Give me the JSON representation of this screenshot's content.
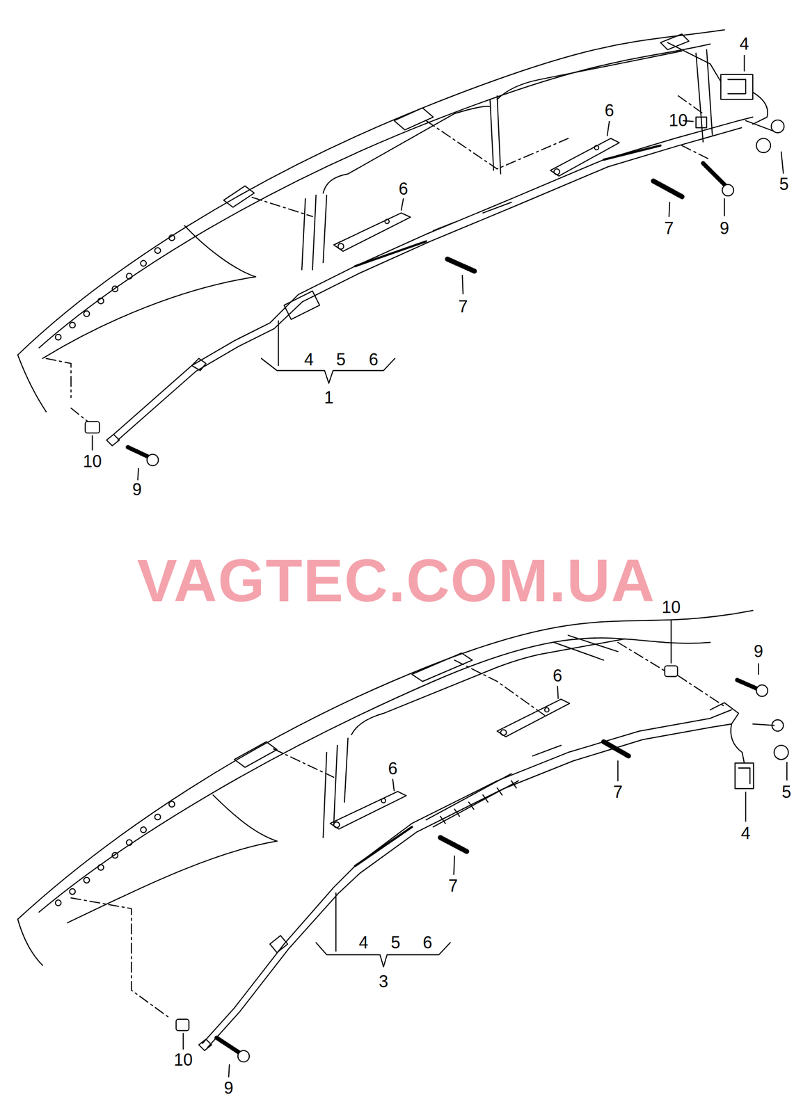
{
  "diagram": {
    "labels": [
      "4",
      "6",
      "10",
      "6",
      "5",
      "7",
      "9",
      "7",
      "4",
      "5",
      "6",
      "1",
      "10",
      "9",
      "VAGTEC.COM.UA",
      "10",
      "9",
      "6",
      "6",
      "5",
      "7",
      "4",
      "7",
      "4",
      "5",
      "6",
      "3",
      "10",
      "9"
    ]
  }
}
